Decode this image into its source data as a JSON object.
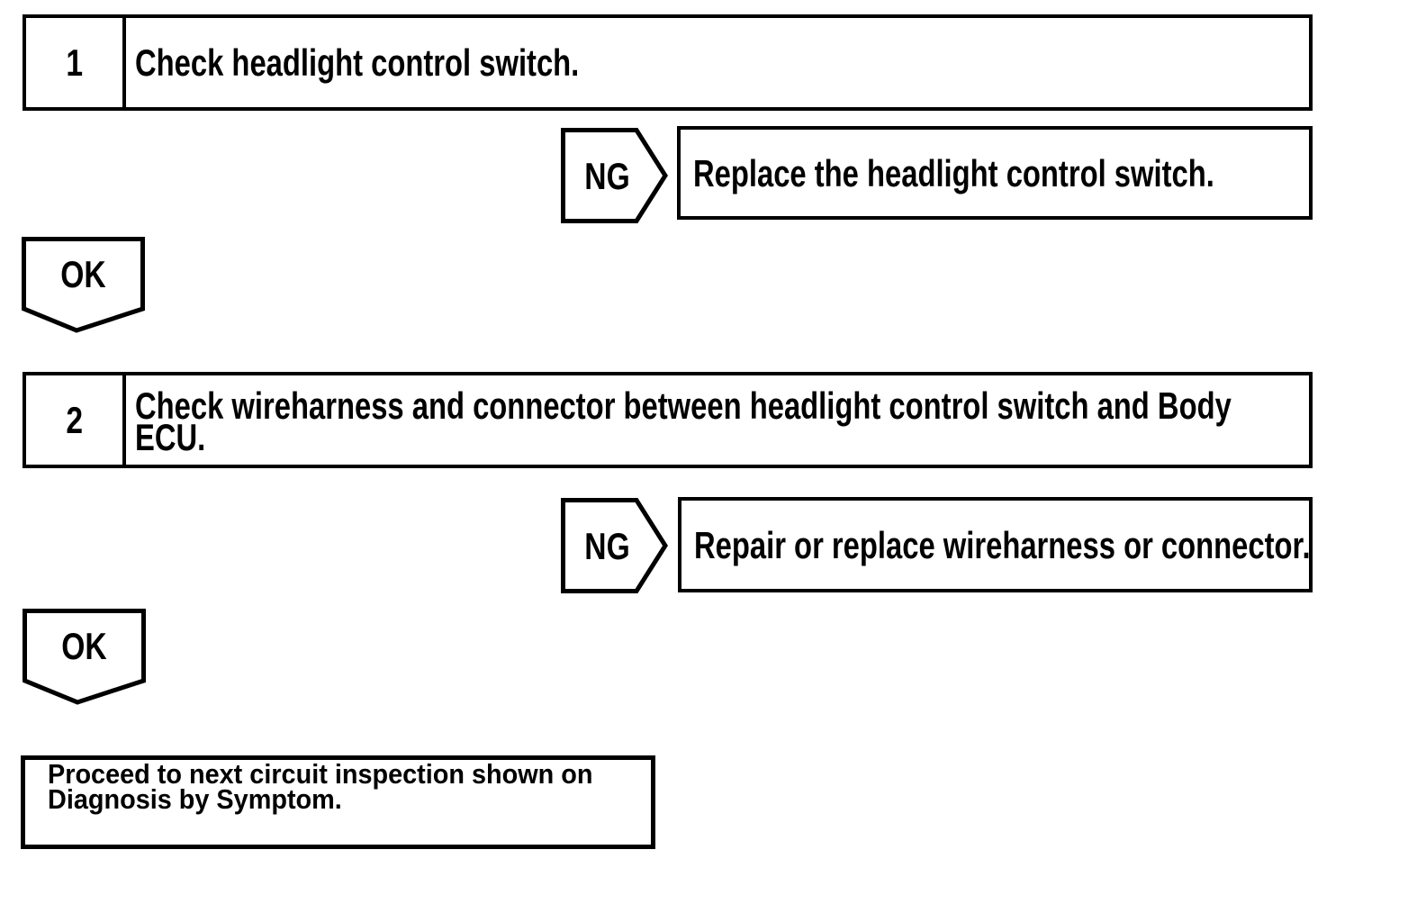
{
  "page": {
    "background": "#ffffff",
    "ink": "#000000"
  },
  "flowchart": {
    "steps": [
      {
        "number": "1",
        "instruction_lines": [
          "Check headlight control switch."
        ],
        "ng": {
          "label": "NG",
          "action": "Replace the headlight control switch."
        },
        "ok": {
          "label": "OK"
        }
      },
      {
        "number": "2",
        "instruction_lines": [
          "Check wireharness and connector between headlight control switch and Body",
          "ECU."
        ],
        "ng": {
          "label": "NG",
          "action": "Repair or replace wireharness or connector."
        },
        "ok": {
          "label": "OK"
        }
      }
    ],
    "end_box": {
      "lines": [
        "Proceed to next circuit inspection shown on",
        "Diagnosis by Symptom."
      ]
    }
  }
}
